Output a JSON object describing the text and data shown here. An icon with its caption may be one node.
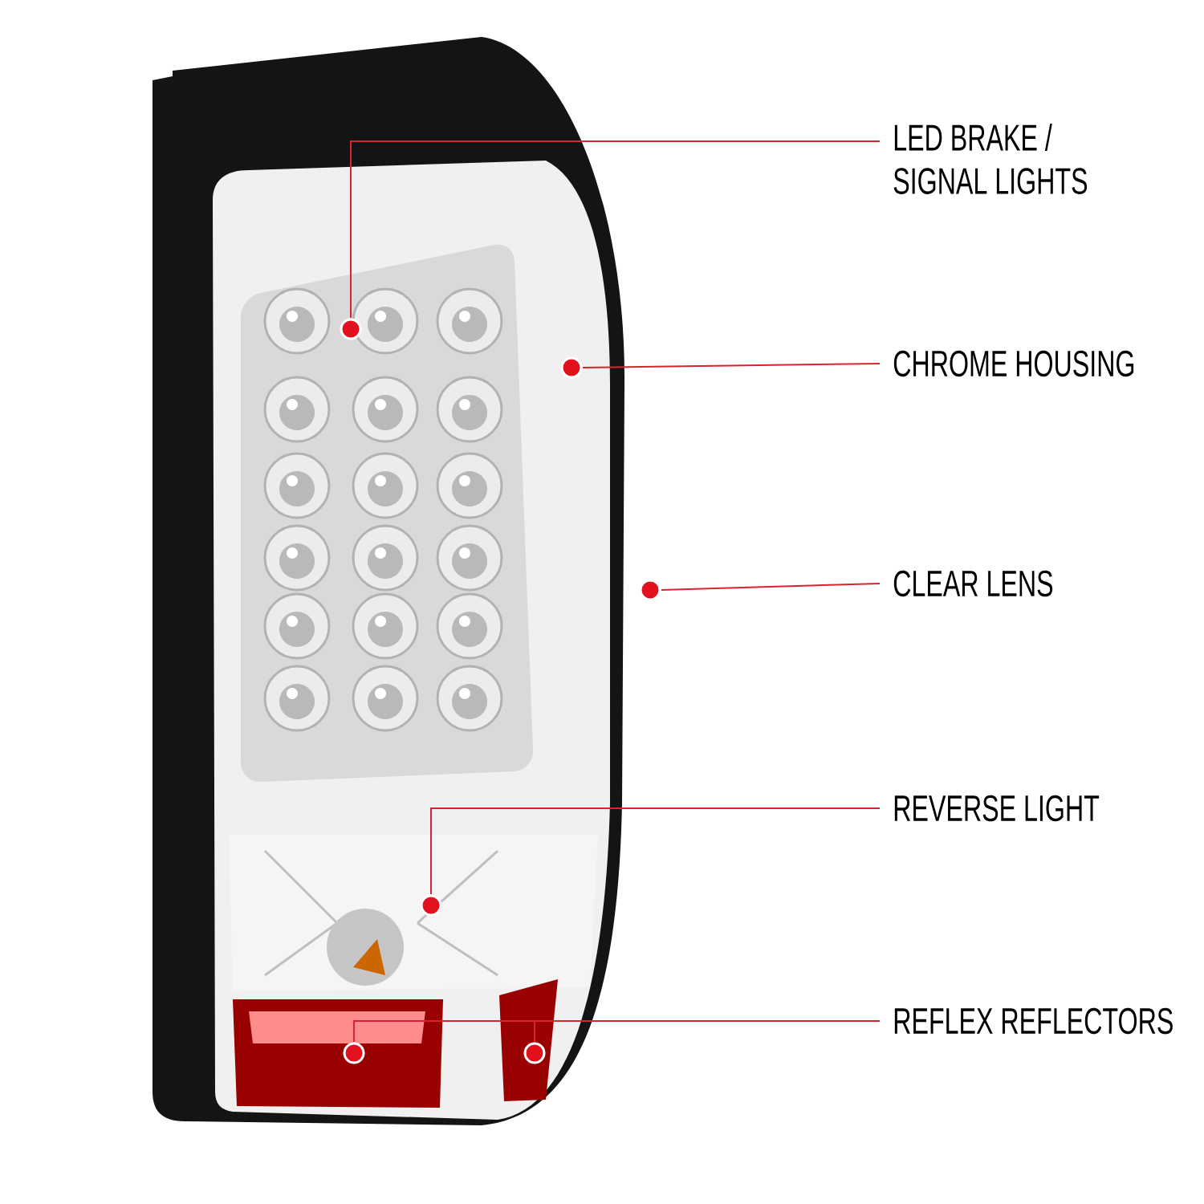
{
  "diagram": {
    "nodes": [
      {
        "text": [
          "LED BRAKE / SIGNAL LIGHTS"
        ]
      },
      {
        "text": [
          "CHROME HOUSING"
        ]
      },
      {
        "text": [
          "CLEAR LENS"
        ]
      },
      {
        "text": [
          "REVERSE LIGHT"
        ]
      },
      {
        "text": [
          "REFLEX REFLECTORS"
        ]
      },
      {
        "text": [],
        "shape": "circle"
      },
      {
        "text": [],
        "shape": "circle"
      },
      {
        "text": [],
        "shape": "circle"
      },
      {
        "text": [],
        "shape": "circle"
      },
      {
        "text": [],
        "shape": "circle"
      },
      {
        "text": [],
        "shape": "circle"
      }
    ],
    "edges": [
      {
        "from": 0,
        "to": 5,
        "arrow": "none"
      },
      {
        "from": 1,
        "to": 6,
        "arrow": "none"
      },
      {
        "from": 2,
        "to": 7,
        "arrow": "none"
      },
      {
        "from": 3,
        "to": 8,
        "arrow": "none"
      },
      {
        "from": 4,
        "to": 9,
        "arrow": "none"
      },
      {
        "from": 4,
        "to": 10,
        "arrow": "none"
      }
    ]
  }
}
